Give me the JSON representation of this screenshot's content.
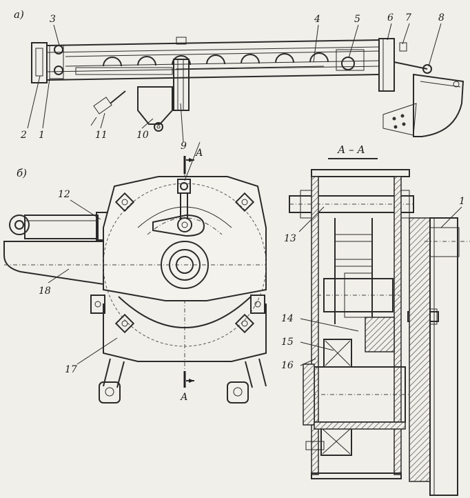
{
  "views": {
    "a": {
      "label": "а)"
    },
    "b": {
      "label": "б)"
    }
  },
  "section": {
    "title": "А – А",
    "arrow_top": "А",
    "arrow_bottom": "А"
  },
  "callouts": {
    "c1": "1",
    "c2": "2",
    "c3": "3",
    "c4": "4",
    "c5": "5",
    "c6": "6",
    "c7": "7",
    "c8": "8",
    "c9": "9",
    "c10": "10",
    "c11": "11",
    "c12": "12",
    "c13": "13",
    "c14": "14",
    "c15": "15",
    "c16": "16",
    "c17": "17",
    "c18": "18",
    "c1b": "1"
  }
}
